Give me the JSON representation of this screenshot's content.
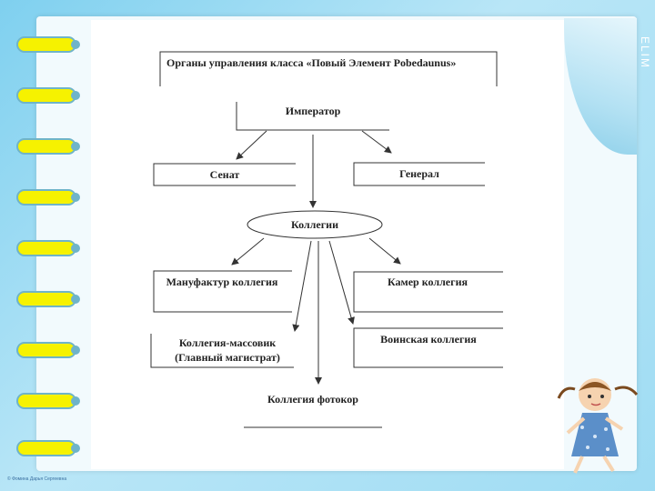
{
  "title": "Органы управления класса «Повый Элемент Pobedaunus»",
  "nodes": {
    "emperor": "Император",
    "senate": "Сенат",
    "general": "Генерал",
    "colleges": "Коллегии",
    "manufactory": "Мануфактур коллегия",
    "chamber": "Камер коллегия",
    "mass_line1": "Коллегия-массовик",
    "mass_line2": "(Главный магистрат)",
    "military": "Воинская коллегия",
    "photo": "Коллегия фотокор"
  },
  "side_text": "ELIM",
  "footer": "© Фомина Дарья Сергеевна",
  "colors": {
    "ring": "#f6f200",
    "background": "#9fdcf3",
    "line": "#333333"
  }
}
